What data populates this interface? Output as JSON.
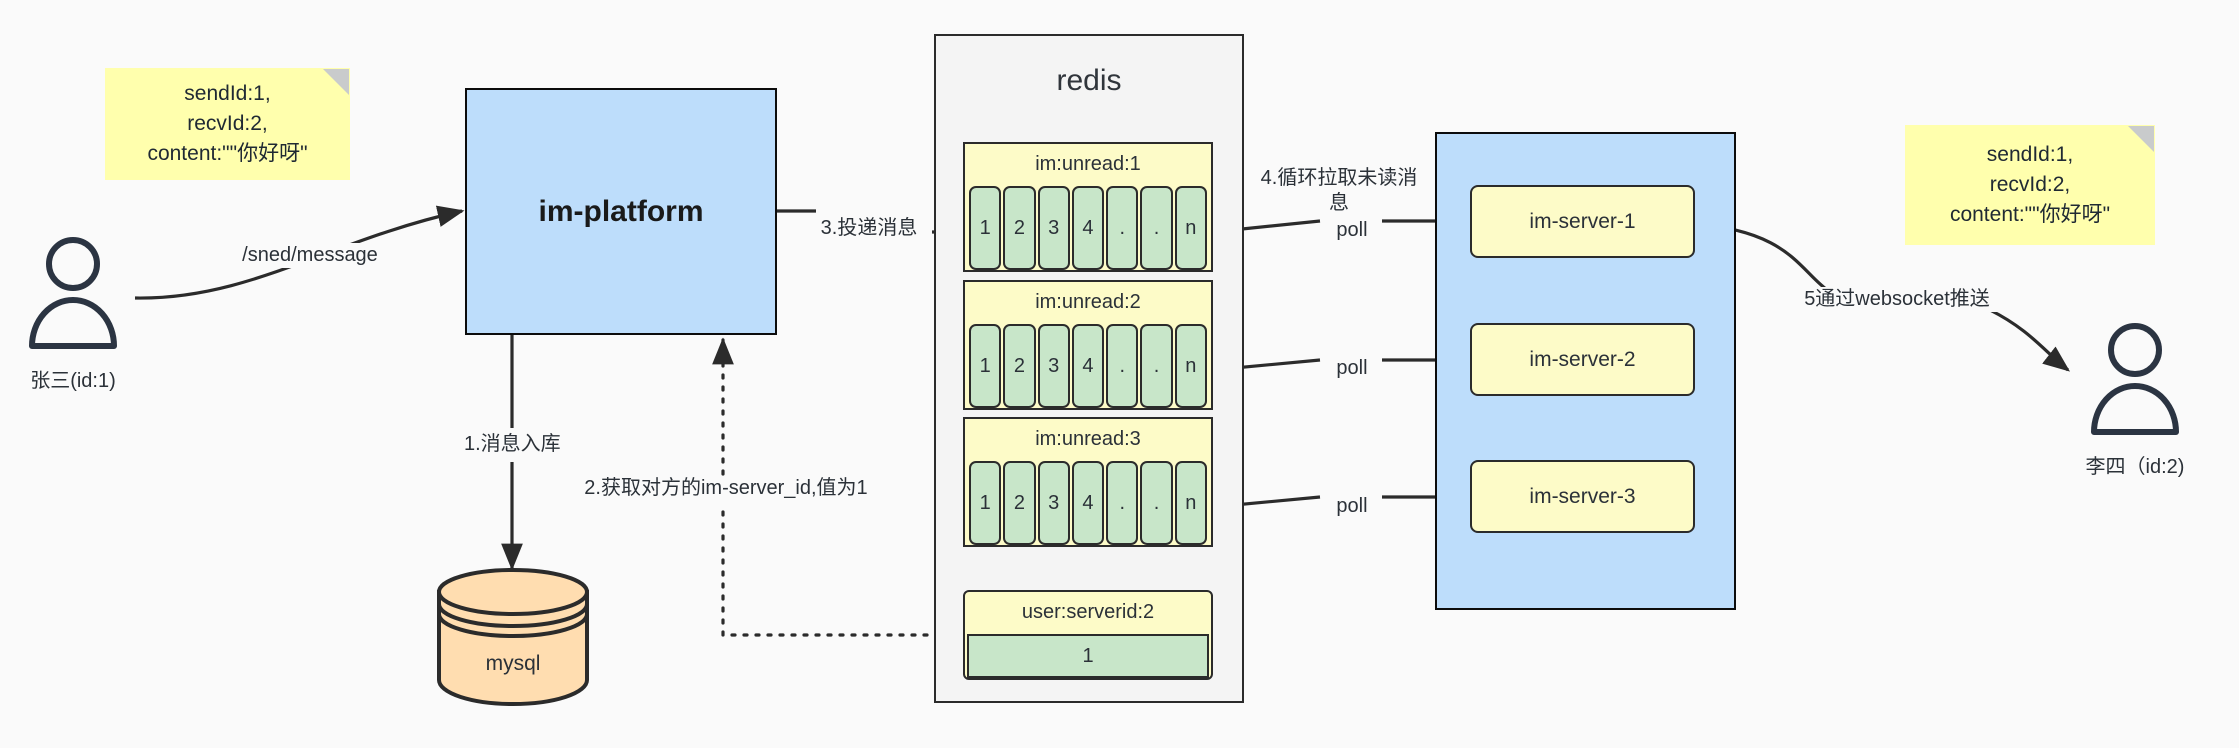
{
  "diagram": {
    "title": "IM message delivery architecture",
    "colors": {
      "background": "#fafafa",
      "note_yellow": "#ffffad",
      "box_blue": "#bdddfb",
      "key_yellow": "#fdfbc8",
      "cell_green": "#c8e6c9",
      "db_orange": "#ffddb0",
      "stroke": "#2b2b2b",
      "container_grey": "#f4f4f4"
    },
    "notes": {
      "left": "sendId:1,\nrecvId:2,\ncontent:\"\"你好呀\"",
      "right": "sendId:1,\nrecvId:2,\ncontent:\"\"你好呀\""
    },
    "actors": [
      {
        "name": "actor-sender",
        "label": "张三(id:1)"
      },
      {
        "name": "actor-receiver",
        "label": "李四（id:2)"
      }
    ],
    "platform": {
      "label": "im-platform"
    },
    "database": {
      "label": "mysql"
    },
    "redis": {
      "title": "redis",
      "keys": [
        {
          "name": "im:unread:1",
          "cells": [
            "1",
            "2",
            "3",
            "4",
            ".",
            ".",
            "n"
          ]
        },
        {
          "name": "im:unread:2",
          "cells": [
            "1",
            "2",
            "3",
            "4",
            ".",
            ".",
            "n"
          ]
        },
        {
          "name": "im:unread:3",
          "cells": [
            "1",
            "2",
            "3",
            "4",
            ".",
            ".",
            "n"
          ]
        }
      ],
      "kv": {
        "key": "user:serverid:2",
        "value": "1"
      }
    },
    "server_cluster": {
      "servers": [
        {
          "label": "im-server-1"
        },
        {
          "label": "im-server-2"
        },
        {
          "label": "im-server-3"
        }
      ]
    },
    "edges": {
      "send_message": "/sned/message",
      "step1": "1.消息入库",
      "step2": "2.获取对方的im-server_id,值为1",
      "step3": "3.投递消息",
      "step4": "4.循环拉取未读消\n息",
      "poll1": "poll",
      "poll2": "poll",
      "poll3": "poll",
      "step5": "5通过websocket推送"
    }
  }
}
